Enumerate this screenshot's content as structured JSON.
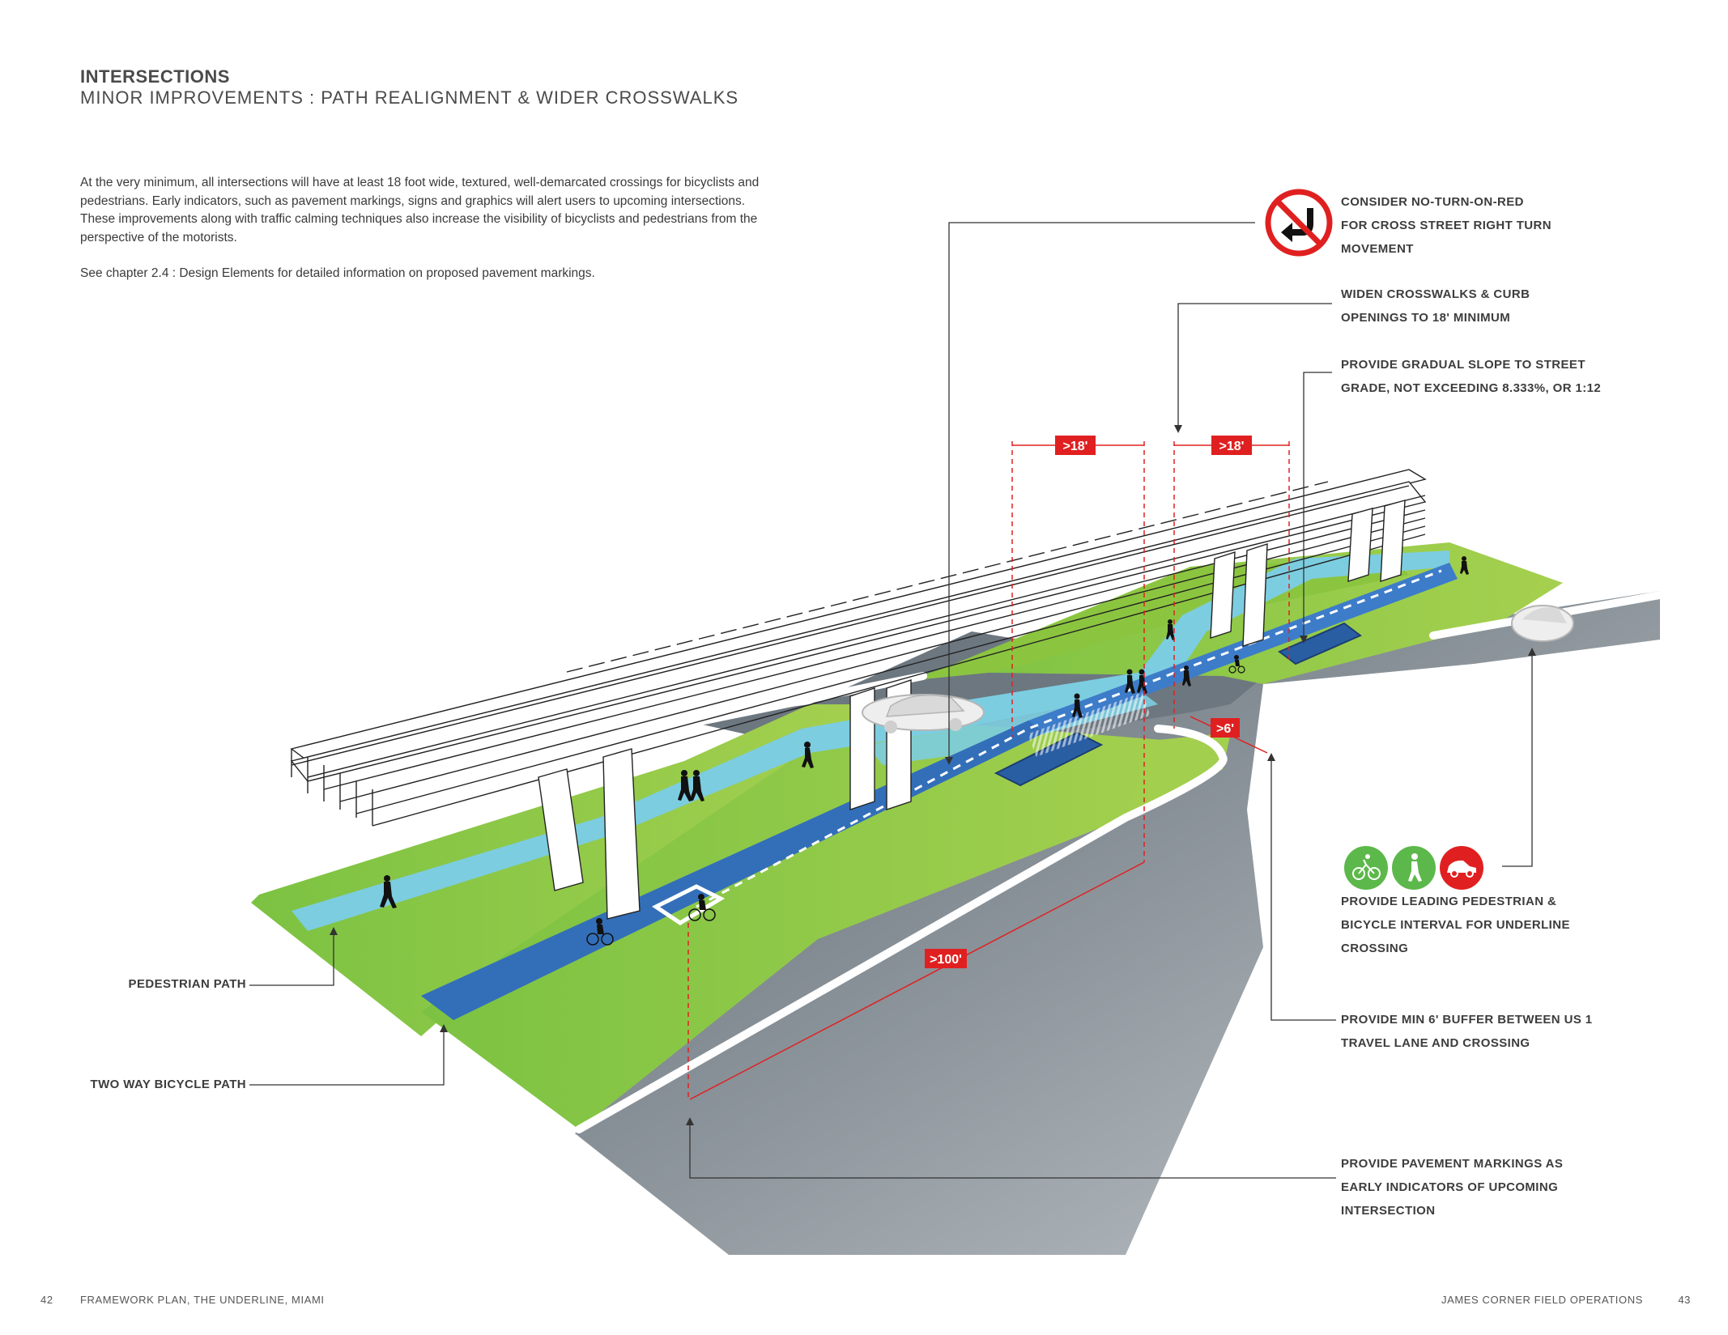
{
  "header": {
    "title": "INTERSECTIONS",
    "subtitle": "MINOR IMPROVEMENTS : PATH REALIGNMENT & WIDER CROSSWALKS"
  },
  "intro": {
    "paragraph": "At the very minimum, all intersections will have at least 18 foot wide, textured, well-demarcated crossings for bicyclists and pedestrians. Early indicators, such as pavement markings, signs and graphics will alert users to upcoming intersections. These improvements along with traffic calming techniques also increase the visibility of bicyclists and pedestrians from the perspective of the motorists.",
    "reference": "See chapter 2.4 : Design Elements for detailed information on proposed pavement markings."
  },
  "callouts": {
    "no_turn": [
      "CONSIDER NO-TURN-ON-RED",
      "FOR CROSS STREET RIGHT TURN",
      "MOVEMENT"
    ],
    "widen": [
      "WIDEN CROSSWALKS & CURB",
      "OPENINGS TO 18' MINIMUM"
    ],
    "slope": [
      "PROVIDE GRADUAL SLOPE TO STREET",
      "GRADE, NOT EXCEEDING 8.333%, OR 1:12"
    ],
    "leading": [
      "PROVIDE LEADING PEDESTRIAN &",
      "BICYCLE INTERVAL FOR UNDERLINE",
      "CROSSING"
    ],
    "buffer": [
      "PROVIDE MIN 6' BUFFER BETWEEN US 1",
      "TRAVEL LANE AND  CROSSING"
    ],
    "markings": [
      "PROVIDE PAVEMENT MARKINGS AS",
      "EARLY INDICATORS OF UPCOMING",
      "INTERSECTION"
    ]
  },
  "labels": {
    "pedestrian_path": "PEDESTRIAN PATH",
    "bicycle_path": "TWO WAY BICYCLE PATH"
  },
  "dimensions": {
    "crosswalk_left": ">18'",
    "crosswalk_right": ">18'",
    "buffer": ">6'",
    "approach": ">100'"
  },
  "signal_icons": [
    "bicycle-icon",
    "pedestrian-icon",
    "car-icon"
  ],
  "colors": {
    "grass": "#8dc63f",
    "bike_path": "#3d7cc9",
    "ped_path": "#7ccde0",
    "road": "#7f8a92",
    "dimension": "#e02020"
  },
  "footer": {
    "left_page": "42",
    "left_text": "FRAMEWORK PLAN, THE UNDERLINE, MIAMI",
    "right_text": "JAMES CORNER FIELD OPERATIONS",
    "right_page": "43"
  }
}
